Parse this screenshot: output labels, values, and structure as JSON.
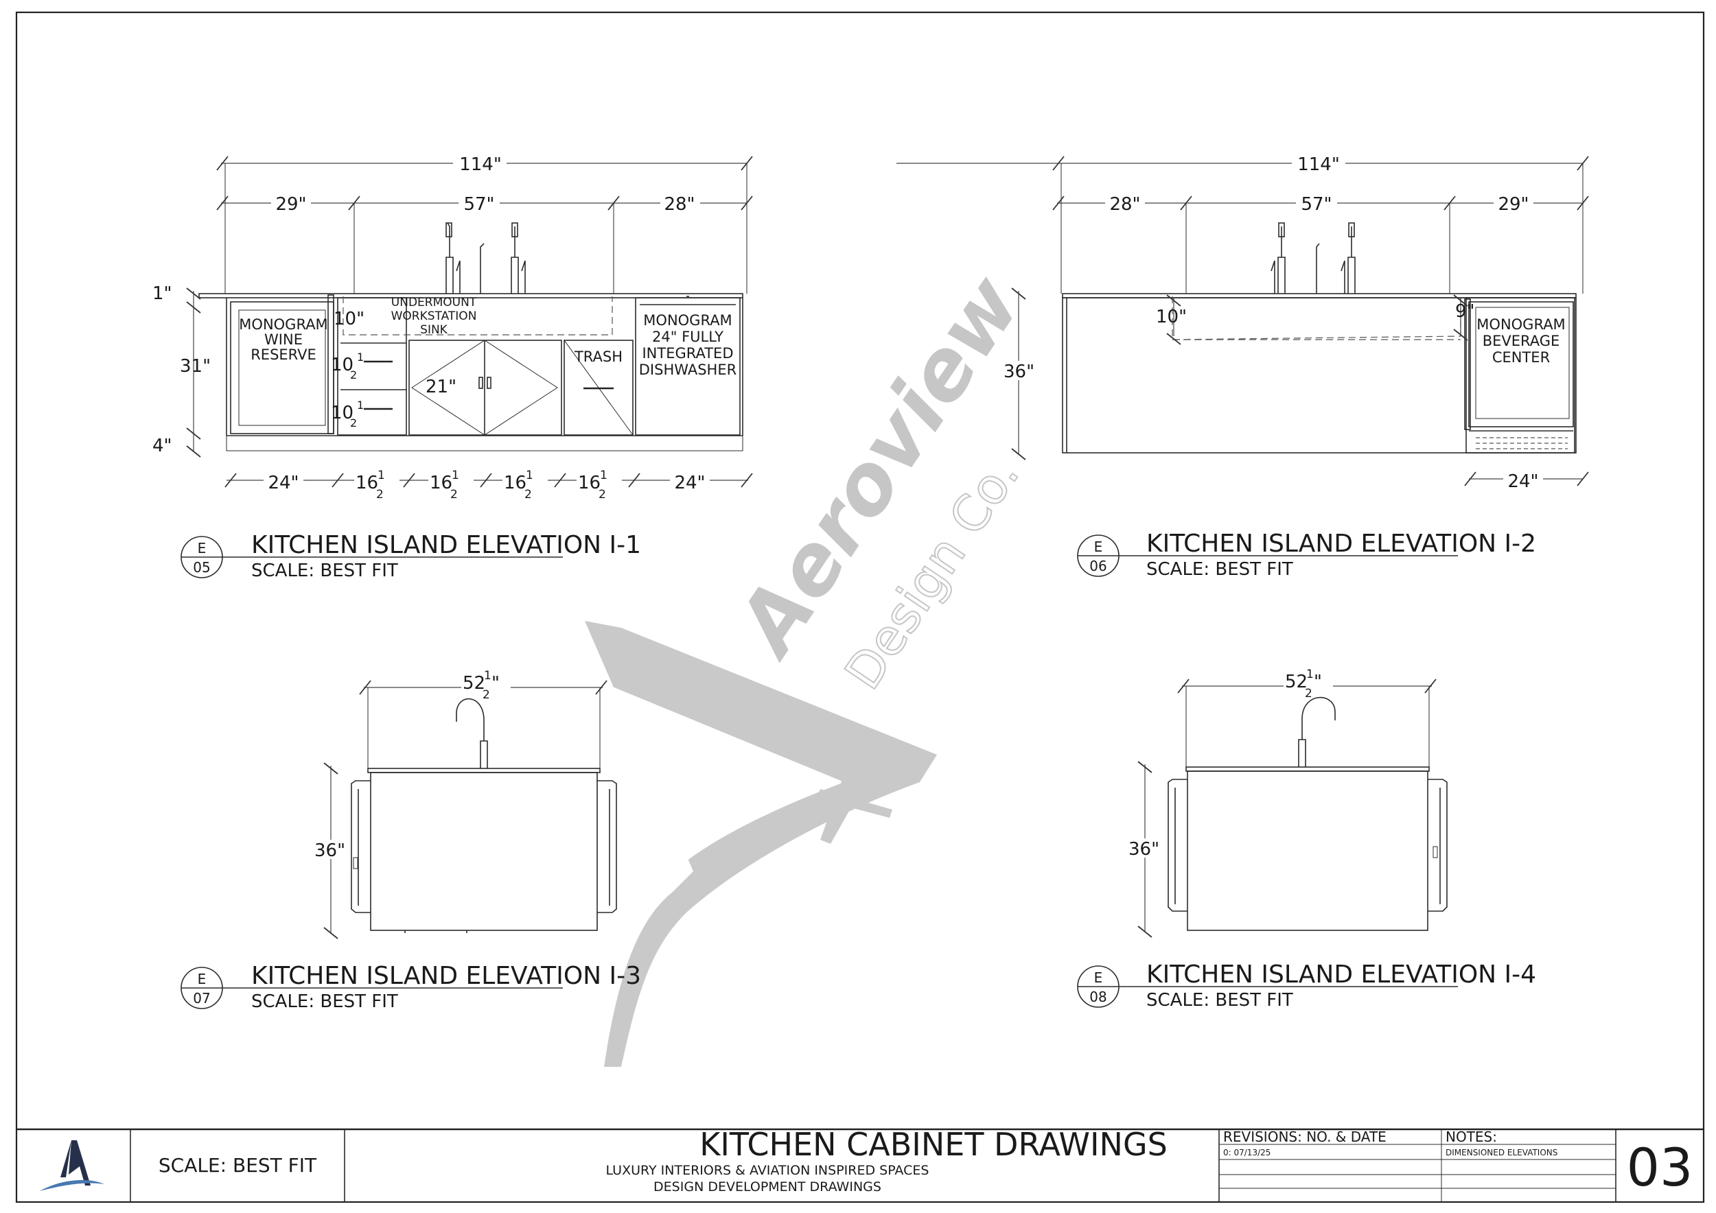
{
  "elevations": [
    {
      "tag": "E",
      "number": "05",
      "title": "KITCHEN ISLAND ELEVATION I-1",
      "scale": "SCALE: BEST FIT",
      "dims": {
        "overall": "114\"",
        "left": "29\"",
        "center": "57\"",
        "right": "28\"",
        "top": "1\"",
        "height": "31\"",
        "toe": "4\"",
        "drawer_a": "10\"",
        "drawer_b": "10",
        "drawer_c": "10",
        "sink_diag": "21\"",
        "bottom_left": "24\"",
        "bottom_right": "24\"",
        "sixteen": "16",
        "frac_num": "1",
        "frac_den": "2",
        "inch": "\""
      },
      "labels": {
        "wine": [
          "MONOGRAM",
          "WINE",
          "RESERVE"
        ],
        "sink": [
          "UNDERMOUNT",
          "WORKSTATION",
          "SINK"
        ],
        "trash": "TRASH",
        "dishwasher": [
          "MONOGRAM",
          "24\" FULLY",
          "INTEGRATED",
          "DISHWASHER"
        ]
      }
    },
    {
      "tag": "E",
      "number": "06",
      "title": "KITCHEN ISLAND ELEVATION I-2",
      "scale": "SCALE: BEST FIT",
      "dims": {
        "overall": "114\"",
        "left": "28\"",
        "center": "57\"",
        "right": "29\"",
        "height": "36\"",
        "sink_left": "10\"",
        "sink_right": "9\"",
        "bottom_right": "24\""
      },
      "labels": {
        "beverage": [
          "MONOGRAM",
          "BEVERAGE",
          "CENTER"
        ]
      }
    },
    {
      "tag": "E",
      "number": "07",
      "title": "KITCHEN ISLAND ELEVATION I-3",
      "scale": "SCALE: BEST FIT",
      "dims": {
        "width": "52",
        "height": "36\""
      }
    },
    {
      "tag": "E",
      "number": "08",
      "title": "KITCHEN ISLAND ELEVATION I-4",
      "scale": "SCALE: BEST FIT",
      "dims": {
        "width": "52",
        "height": "36\""
      }
    }
  ],
  "watermark": {
    "brand": "Aeroview",
    "sub": "Design Co."
  },
  "title_block": {
    "scale": "SCALE: BEST FIT",
    "drawing_title": "KITCHEN CABINET DRAWINGS",
    "subtitle_1": "LUXURY INTERIORS & AVIATION INSPIRED SPACES",
    "subtitle_2": "DESIGN DEVELOPMENT DRAWINGS",
    "revisions_header": "REVISIONS: NO. & DATE",
    "revision_1": "0: 07/13/25",
    "notes_header": "NOTES:",
    "note_1": "DIMENSIONED ELEVATIONS",
    "sheet_number": "03"
  }
}
